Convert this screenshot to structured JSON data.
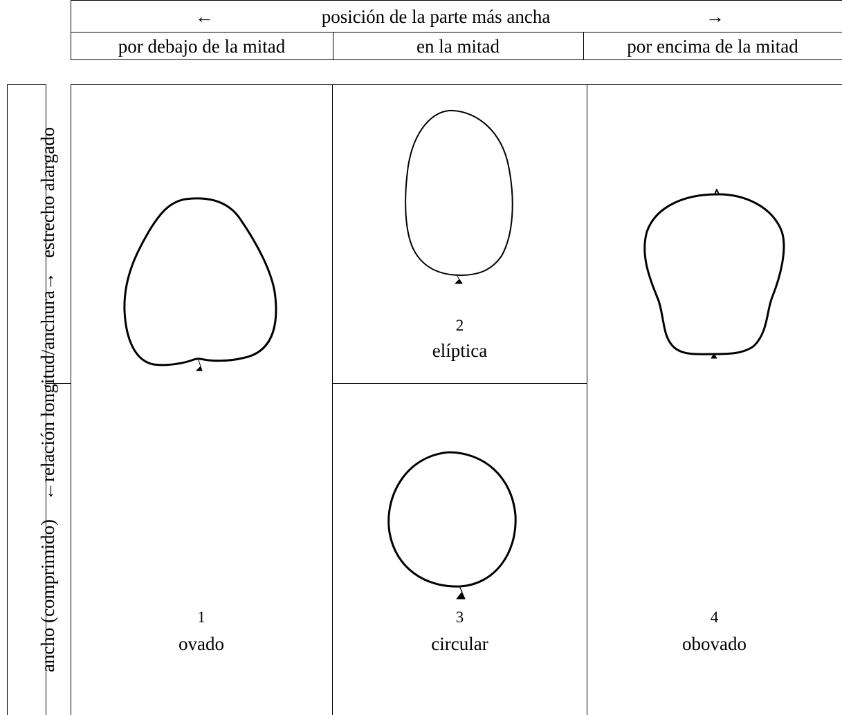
{
  "header": {
    "arrow_left": "←",
    "title": "posición de la parte más ancha",
    "arrow_right": "→",
    "columns": [
      "por debajo de la mitad",
      "en la mitad",
      "por encima de la mitad"
    ]
  },
  "side_axis": {
    "label_bottom": "ancho (comprimido)",
    "label_middle": "←relación longitud/anchura→",
    "label_top": "estrecho alargado"
  },
  "shapes": [
    {
      "number": "1",
      "name": "ovado"
    },
    {
      "number": "2",
      "name": "elíptica"
    },
    {
      "number": "3",
      "name": "circular"
    },
    {
      "number": "4",
      "name": "obovado"
    }
  ]
}
